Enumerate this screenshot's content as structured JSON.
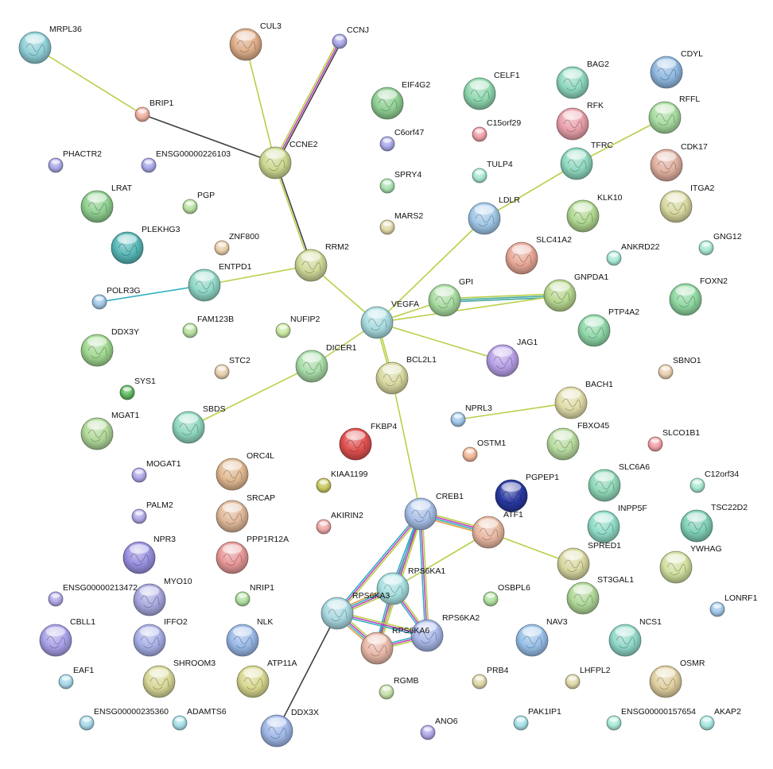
{
  "network": {
    "nodes": [
      {
        "id": "MRPL36",
        "color": "#8fd0d8",
        "big": true
      },
      {
        "id": "CUL3",
        "color": "#dfae8a",
        "big": true
      },
      {
        "id": "CCNJ",
        "color": "#a9a8e8",
        "big": false
      },
      {
        "id": "EIF4G2",
        "color": "#8fcf93",
        "big": true
      },
      {
        "id": "CELF1",
        "color": "#8fd8b0",
        "big": true
      },
      {
        "id": "BAG2",
        "color": "#8fd8c0",
        "big": true
      },
      {
        "id": "CDYL",
        "color": "#8fb8e0",
        "big": true
      },
      {
        "id": "BRIP1",
        "color": "#f0b0a0",
        "big": false
      },
      {
        "id": "C15orf29",
        "color": "#f0a0a8",
        "big": false
      },
      {
        "id": "RFK",
        "color": "#e8a0aa",
        "big": true
      },
      {
        "id": "RFFL",
        "color": "#a8dca0",
        "big": true
      },
      {
        "id": "C6orf47",
        "color": "#a9a8e8",
        "big": false
      },
      {
        "id": "PHACTR2",
        "color": "#a9a8e8",
        "big": false
      },
      {
        "id": "ENSG00000226103",
        "color": "#a9a8e8",
        "big": false
      },
      {
        "id": "CCNE2",
        "color": "#cdd890",
        "big": true
      },
      {
        "id": "TFRC",
        "color": "#8fd8c0",
        "big": true
      },
      {
        "id": "CDK17",
        "color": "#e0b0a0",
        "big": true
      },
      {
        "id": "TULP4",
        "color": "#a8e8d0",
        "big": false
      },
      {
        "id": "SPRY4",
        "color": "#a8e0b0",
        "big": false
      },
      {
        "id": "LRAT",
        "color": "#8fd090",
        "big": true
      },
      {
        "id": "PGP",
        "color": "#b8e0a0",
        "big": false
      },
      {
        "id": "ITGA2",
        "color": "#d8d8a0",
        "big": true
      },
      {
        "id": "KLK10",
        "color": "#b0d890",
        "big": true
      },
      {
        "id": "LDLR",
        "color": "#a0c8e8",
        "big": true
      },
      {
        "id": "MARS2",
        "color": "#e0d8a8",
        "big": false
      },
      {
        "id": "PLEKHG3",
        "color": "#58b8b8",
        "big": true
      },
      {
        "id": "ZNF800",
        "color": "#e8d0a8",
        "big": false
      },
      {
        "id": "SLC41A2",
        "color": "#e8a898",
        "big": true
      },
      {
        "id": "GNG12",
        "color": "#a8e8d0",
        "big": false
      },
      {
        "id": "ANKRD22",
        "color": "#a8e8d8",
        "big": false
      },
      {
        "id": "RRM2",
        "color": "#d0d898",
        "big": true
      },
      {
        "id": "ENTPD1",
        "color": "#90d8c8",
        "big": true
      },
      {
        "id": "POLR3G",
        "color": "#a0c8e8",
        "big": false
      },
      {
        "id": "GNPDA1",
        "color": "#b8d890",
        "big": true
      },
      {
        "id": "FOXN2",
        "color": "#8fd8a0",
        "big": true
      },
      {
        "id": "GPI",
        "color": "#a8dca0",
        "big": true
      },
      {
        "id": "VEGFA",
        "color": "#a8dce0",
        "big": true
      },
      {
        "id": "PTP4A2",
        "color": "#8fd8a8",
        "big": true
      },
      {
        "id": "FAM123B",
        "color": "#b8e0a0",
        "big": false
      },
      {
        "id": "NUFIP2",
        "color": "#c8e8a0",
        "big": false
      },
      {
        "id": "DDX3Y",
        "color": "#a0d890",
        "big": true
      },
      {
        "id": "JAG1",
        "color": "#b8a0e8",
        "big": true
      },
      {
        "id": "DICER1",
        "color": "#a8dca8",
        "big": true
      },
      {
        "id": "STC2",
        "color": "#e8d0b0",
        "big": false
      },
      {
        "id": "BCL2L1",
        "color": "#d8d8a0",
        "big": true
      },
      {
        "id": "SBNO1",
        "color": "#e8d0b0",
        "big": false
      },
      {
        "id": "SYS1",
        "color": "#60b860",
        "big": false
      },
      {
        "id": "BACH1",
        "color": "#e0dca8",
        "big": true
      },
      {
        "id": "SBDS",
        "color": "#90d8c0",
        "big": true
      },
      {
        "id": "NPRL3",
        "color": "#a0c8e8",
        "big": false
      },
      {
        "id": "MGAT1",
        "color": "#b0d898",
        "big": true
      },
      {
        "id": "FKBP4",
        "color": "#e05050",
        "big": true
      },
      {
        "id": "FBXO45",
        "color": "#b8dca0",
        "big": true
      },
      {
        "id": "SLCO1B1",
        "color": "#f0a0a8",
        "big": false
      },
      {
        "id": "OSTM1",
        "color": "#f0b898",
        "big": false
      },
      {
        "id": "MOGAT1",
        "color": "#b0a8e8",
        "big": false
      },
      {
        "id": "ORC4L",
        "color": "#e0b890",
        "big": true
      },
      {
        "id": "KIAA1199",
        "color": "#c8c860",
        "big": false
      },
      {
        "id": "SLC6A6",
        "color": "#90d8b8",
        "big": true
      },
      {
        "id": "C12orf34",
        "color": "#a8e8d0",
        "big": false
      },
      {
        "id": "PGPEP1",
        "color": "#2838a0",
        "big": true
      },
      {
        "id": "CREB1",
        "color": "#a8c0e8",
        "big": true
      },
      {
        "id": "SRCAP",
        "color": "#e0b898",
        "big": true
      },
      {
        "id": "PALM2",
        "color": "#b0a8e8",
        "big": false
      },
      {
        "id": "ATF1",
        "color": "#e8b8a0",
        "big": true
      },
      {
        "id": "INPP5F",
        "color": "#90dcc8",
        "big": true
      },
      {
        "id": "TSC22D2",
        "color": "#80d0b8",
        "big": true
      },
      {
        "id": "AKIRIN2",
        "color": "#f0a8a8",
        "big": false
      },
      {
        "id": "NPR3",
        "color": "#9890e0",
        "big": true
      },
      {
        "id": "PPP1R12A",
        "color": "#e89898",
        "big": true
      },
      {
        "id": "SPRED1",
        "color": "#d8d8a0",
        "big": true
      },
      {
        "id": "YWHAG",
        "color": "#d0e0a0",
        "big": true
      },
      {
        "id": "RPS6KA1",
        "color": "#a8e0e0",
        "big": true
      },
      {
        "id": "MYO10",
        "color": "#a8a8e0",
        "big": true
      },
      {
        "id": "ENSG00000213472",
        "color": "#b0a8e8",
        "big": false
      },
      {
        "id": "NRIP1",
        "color": "#b0e0a0",
        "big": false
      },
      {
        "id": "OSBPL6",
        "color": "#b0e0a0",
        "big": false
      },
      {
        "id": "ST3GAL1",
        "color": "#b0d898",
        "big": true
      },
      {
        "id": "RPS6KA3",
        "color": "#a8d8e0",
        "big": true
      },
      {
        "id": "LONRF1",
        "color": "#a0c8e8",
        "big": false
      },
      {
        "id": "RPS6KA2",
        "color": "#a8b8e8",
        "big": true
      },
      {
        "id": "CBLL1",
        "color": "#a8a0e8",
        "big": true
      },
      {
        "id": "IFFO2",
        "color": "#a8b0e8",
        "big": true
      },
      {
        "id": "NLK",
        "color": "#98b8e8",
        "big": true
      },
      {
        "id": "RPS6KA6",
        "color": "#e8b8a8",
        "big": true
      },
      {
        "id": "NAV3",
        "color": "#98c0e8",
        "big": true
      },
      {
        "id": "NCS1",
        "color": "#90d8c8",
        "big": true
      },
      {
        "id": "EAF1",
        "color": "#a8d8e8",
        "big": false
      },
      {
        "id": "SHROOM3",
        "color": "#d8d898",
        "big": true
      },
      {
        "id": "ATP11A",
        "color": "#d8d890",
        "big": true
      },
      {
        "id": "RGMB",
        "color": "#c8e0a8",
        "big": false
      },
      {
        "id": "PRB4",
        "color": "#e0d8a8",
        "big": false
      },
      {
        "id": "LHFPL2",
        "color": "#e0d8a8",
        "big": false
      },
      {
        "id": "OSMR",
        "color": "#e0d0a0",
        "big": true
      },
      {
        "id": "ENSG00000235360",
        "color": "#a8d8e8",
        "big": false
      },
      {
        "id": "ADAMTS6",
        "color": "#a8e0e8",
        "big": false
      },
      {
        "id": "DDX3X",
        "color": "#a0b8e8",
        "big": true
      },
      {
        "id": "ANO6",
        "color": "#b0a8e8",
        "big": false
      },
      {
        "id": "PAK1IP1",
        "color": "#a8e0e8",
        "big": false
      },
      {
        "id": "ENSG00000157654",
        "color": "#a8e8d8",
        "big": false
      },
      {
        "id": "AKAP2",
        "color": "#a8e8e0",
        "big": false
      }
    ],
    "edges": [
      {
        "source": "MRPL36",
        "target": "BRIP1",
        "colors": [
          "#b8d048"
        ]
      },
      {
        "source": "BRIP1",
        "target": "CCNE2",
        "colors": [
          "#404040"
        ]
      },
      {
        "source": "CUL3",
        "target": "CCNE2",
        "colors": [
          "#b8d048"
        ]
      },
      {
        "source": "CCNJ",
        "target": "CCNE2",
        "colors": [
          "#404040",
          "#c040c0",
          "#b8d048"
        ]
      },
      {
        "source": "CCNE2",
        "target": "RRM2",
        "colors": [
          "#404040",
          "#b8d048"
        ]
      },
      {
        "source": "RRM2",
        "target": "ENTPD1",
        "colors": [
          "#b8d048"
        ]
      },
      {
        "source": "ENTPD1",
        "target": "POLR3G",
        "colors": [
          "#30b0c0"
        ]
      },
      {
        "source": "RRM2",
        "target": "VEGFA",
        "colors": [
          "#b8d048"
        ]
      },
      {
        "source": "VEGFA",
        "target": "LDLR",
        "colors": [
          "#b8d048"
        ]
      },
      {
        "source": "LDLR",
        "target": "TFRC",
        "colors": [
          "#b8d048"
        ]
      },
      {
        "source": "TFRC",
        "target": "RFFL",
        "colors": [
          "#b8d048"
        ]
      },
      {
        "source": "VEGFA",
        "target": "GPI",
        "colors": [
          "#b8d048"
        ]
      },
      {
        "source": "GPI",
        "target": "GNPDA1",
        "colors": [
          "#b8d048",
          "#40a8a0",
          "#40a8a0"
        ]
      },
      {
        "source": "VEGFA",
        "target": "GNPDA1",
        "colors": [
          "#b8d048"
        ]
      },
      {
        "source": "VEGFA",
        "target": "JAG1",
        "colors": [
          "#b8d048"
        ]
      },
      {
        "source": "VEGFA",
        "target": "DICER1",
        "colors": [
          "#b8d048"
        ]
      },
      {
        "source": "DICER1",
        "target": "SBDS",
        "colors": [
          "#b8d048"
        ]
      },
      {
        "source": "VEGFA",
        "target": "BCL2L1",
        "colors": [
          "#b8d048",
          "#b8d048"
        ]
      },
      {
        "source": "BCL2L1",
        "target": "CREB1",
        "colors": [
          "#b8d048"
        ]
      },
      {
        "source": "NPRL3",
        "target": "BACH1",
        "colors": [
          "#b8d048"
        ]
      },
      {
        "source": "CREB1",
        "target": "ATF1",
        "colors": [
          "#b8d048",
          "#c040c0",
          "#30b0c0",
          "#e0a040"
        ]
      },
      {
        "source": "ATF1",
        "target": "SPRED1",
        "colors": [
          "#b8d048"
        ]
      },
      {
        "source": "ATF1",
        "target": "RPS6KA1",
        "colors": [
          "#b8d048"
        ]
      },
      {
        "source": "CREB1",
        "target": "RPS6KA1",
        "colors": [
          "#b8d048",
          "#c040c0",
          "#30b0c0"
        ]
      },
      {
        "source": "CREB1",
        "target": "RPS6KA3",
        "colors": [
          "#b8d048",
          "#c040c0",
          "#30b0c0"
        ]
      },
      {
        "source": "CREB1",
        "target": "RPS6KA2",
        "colors": [
          "#b8d048",
          "#c040c0",
          "#30b0c0"
        ]
      },
      {
        "source": "CREB1",
        "target": "RPS6KA6",
        "colors": [
          "#b8d048",
          "#c040c0",
          "#30b0c0"
        ]
      },
      {
        "source": "RPS6KA1",
        "target": "RPS6KA3",
        "colors": [
          "#b8d048",
          "#c040c0",
          "#30b0c0",
          "#e0a040"
        ]
      },
      {
        "source": "RPS6KA1",
        "target": "RPS6KA2",
        "colors": [
          "#b8d048",
          "#c040c0",
          "#30b0c0"
        ]
      },
      {
        "source": "RPS6KA1",
        "target": "RPS6KA6",
        "colors": [
          "#b8d048",
          "#c040c0",
          "#30b0c0"
        ]
      },
      {
        "source": "RPS6KA3",
        "target": "RPS6KA2",
        "colors": [
          "#b8d048",
          "#c040c0",
          "#30b0c0"
        ]
      },
      {
        "source": "RPS6KA3",
        "target": "RPS6KA6",
        "colors": [
          "#b8d048",
          "#c040c0",
          "#30b0c0",
          "#e0a040"
        ]
      },
      {
        "source": "RPS6KA2",
        "target": "RPS6KA6",
        "colors": [
          "#b8d048",
          "#c040c0",
          "#30b0c0"
        ]
      },
      {
        "source": "RPS6KA3",
        "target": "DDX3X",
        "colors": [
          "#404040"
        ]
      }
    ]
  }
}
